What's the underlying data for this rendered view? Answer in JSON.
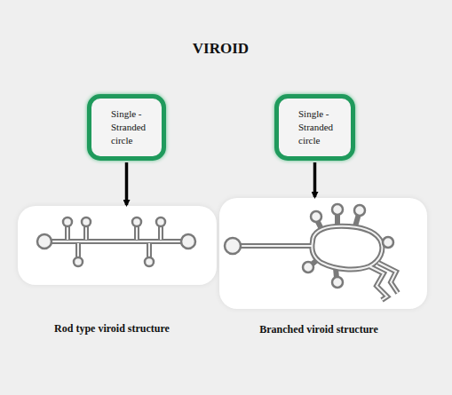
{
  "diagram": {
    "title": "VIROID",
    "nodes": [
      {
        "text": [
          "Single - Stranded circle"
        ]
      },
      {
        "text": [
          "Single - Stranded circle"
        ]
      },
      {
        "text": [
          "Rod type viroid structure"
        ]
      },
      {
        "text": [
          "Branched viroid structure"
        ]
      }
    ],
    "edges": [
      {
        "from": 0,
        "to": 2,
        "arrow": "to"
      },
      {
        "from": 1,
        "to": 3,
        "arrow": "to"
      }
    ]
  }
}
